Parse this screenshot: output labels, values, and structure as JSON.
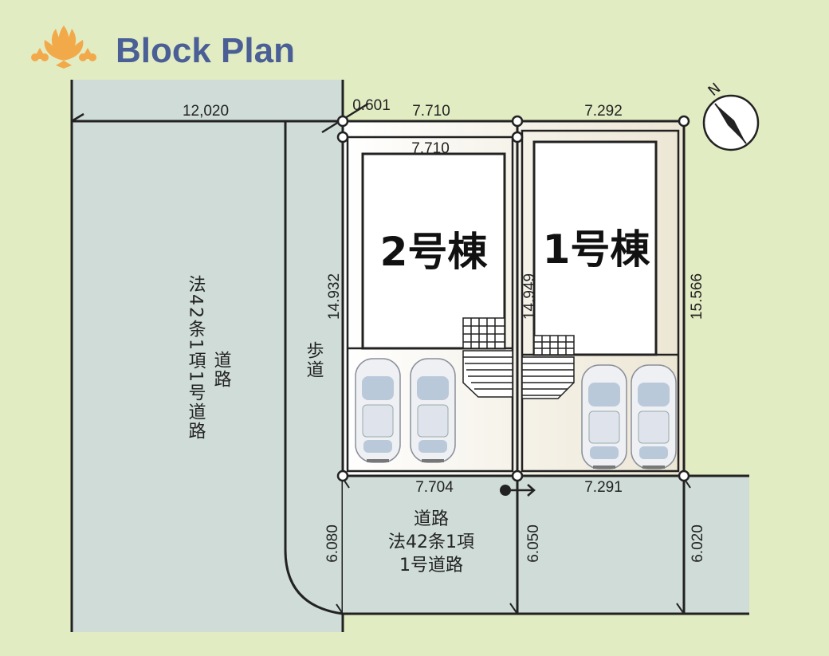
{
  "header": {
    "title": "Block Plan",
    "logo_icon": "lotus-icon"
  },
  "colors": {
    "background": "#e2ecc3",
    "road": "#cfdcd8",
    "title": "#4a5f95",
    "logo": "#f2a94a",
    "lot": "#f5f0e4"
  },
  "buildings": [
    {
      "label": "2号棟"
    },
    {
      "label": "1号棟"
    }
  ],
  "roads": {
    "left_road_line1": "法42条1項1号道路",
    "left_road_line2": "道路",
    "sidewalk": "歩道",
    "bottom_road": [
      "道路",
      "法42条1項",
      "1号道路"
    ]
  },
  "dimensions": {
    "left_road_width": "12,020",
    "corner_cut": "0.601",
    "top_lot2": "7.710",
    "top_lot1": "7.292",
    "inner_top_lot2": "7.710",
    "left_depth_lot2": "14.932",
    "mid_depth": "14.949",
    "right_depth_lot1": "15.566",
    "bottom_lot2": "7.704",
    "bottom_lot1": "7.291",
    "road_width_left": "6.080",
    "road_width_mid": "6.050",
    "road_width_right": "6.020"
  },
  "compass": {
    "label": "N"
  }
}
